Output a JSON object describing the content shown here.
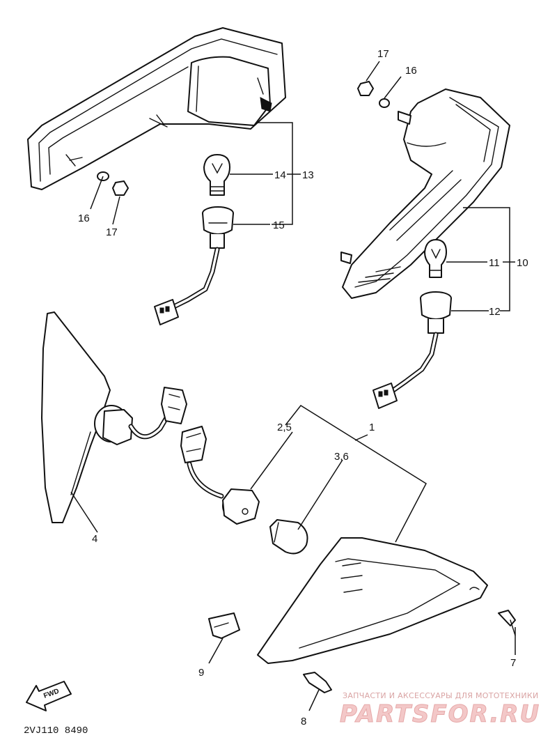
{
  "callouts": {
    "c1": "1",
    "c25": "2,5",
    "c36": "3,6",
    "c4": "4",
    "c7": "7",
    "c8": "8",
    "c9": "9",
    "c10": "10",
    "c11": "11",
    "c12": "12",
    "c13": "13",
    "c14": "14",
    "c15": "15",
    "c16_left": "16",
    "c17_left": "17",
    "c16_right": "16",
    "c17_right": "17"
  },
  "fwd_label": "FWD",
  "diagram_code": "2VJ110 8490",
  "watermark": {
    "tagline": "ЗАПЧАСТИ И АКСЕССУАРЫ ДЛЯ МОТОТЕХНИКИ",
    "brand": "PARTSFOR.RU"
  }
}
